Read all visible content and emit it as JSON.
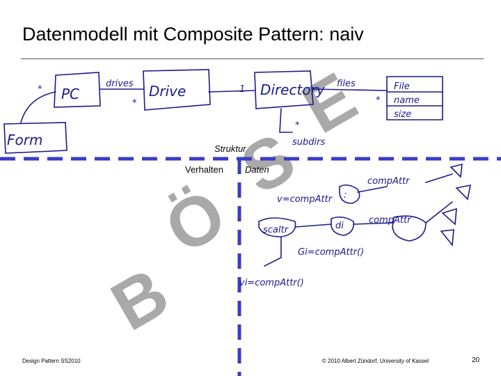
{
  "slide": {
    "title": "Datenmodell mit Composite Pattern: naiv",
    "labels": {
      "struktur": "Struktur",
      "verhalten": "Verhalten",
      "daten": "Daten"
    },
    "watermark": [
      "B",
      "Ö",
      "S",
      "E"
    ],
    "footer_left": "Design Pattern SS2010",
    "footer_center": "© 2010 Albert Zündorf, University of Kassel",
    "page_number": "20"
  },
  "colors": {
    "ink": "#1a1a8c",
    "divider": "#3a3ac8",
    "watermark": "#a9a9a9"
  }
}
